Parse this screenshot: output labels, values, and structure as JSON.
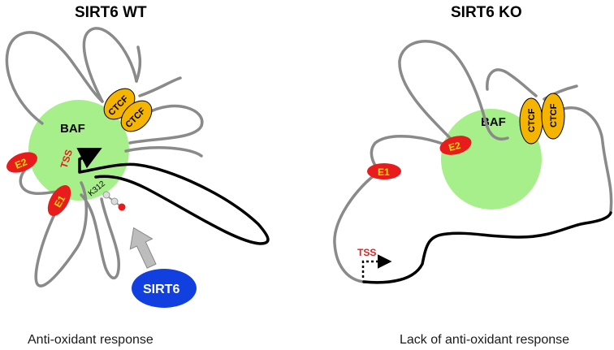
{
  "panels": {
    "wt": {
      "title": "SIRT6 WT",
      "caption": "Anti-oxidant response",
      "baf": "BAF",
      "ctcf": [
        "CTCF",
        "CTCF"
      ],
      "enhancers": [
        "E2",
        "E1"
      ],
      "tss": "TSS",
      "residue": "K312",
      "protein": "SIRT6"
    },
    "ko": {
      "title": "SIRT6 KO",
      "caption": "Lack of anti-oxidant response",
      "baf": "BAF",
      "ctcf": [
        "CTCF",
        "CTCF"
      ],
      "enhancers": [
        "E2",
        "E1"
      ],
      "tss": "TSS"
    }
  },
  "colors": {
    "baf": "#a6ef8a",
    "ctcf": "#f4b400",
    "enhancer": "#e81c1c",
    "enhancer_text": "#f5d90a",
    "tss": "#e02020",
    "sirt6": "#1240e0",
    "chromatin": "#8a8a8a",
    "gene": "#000000",
    "arrow": "#bdbdbd"
  }
}
